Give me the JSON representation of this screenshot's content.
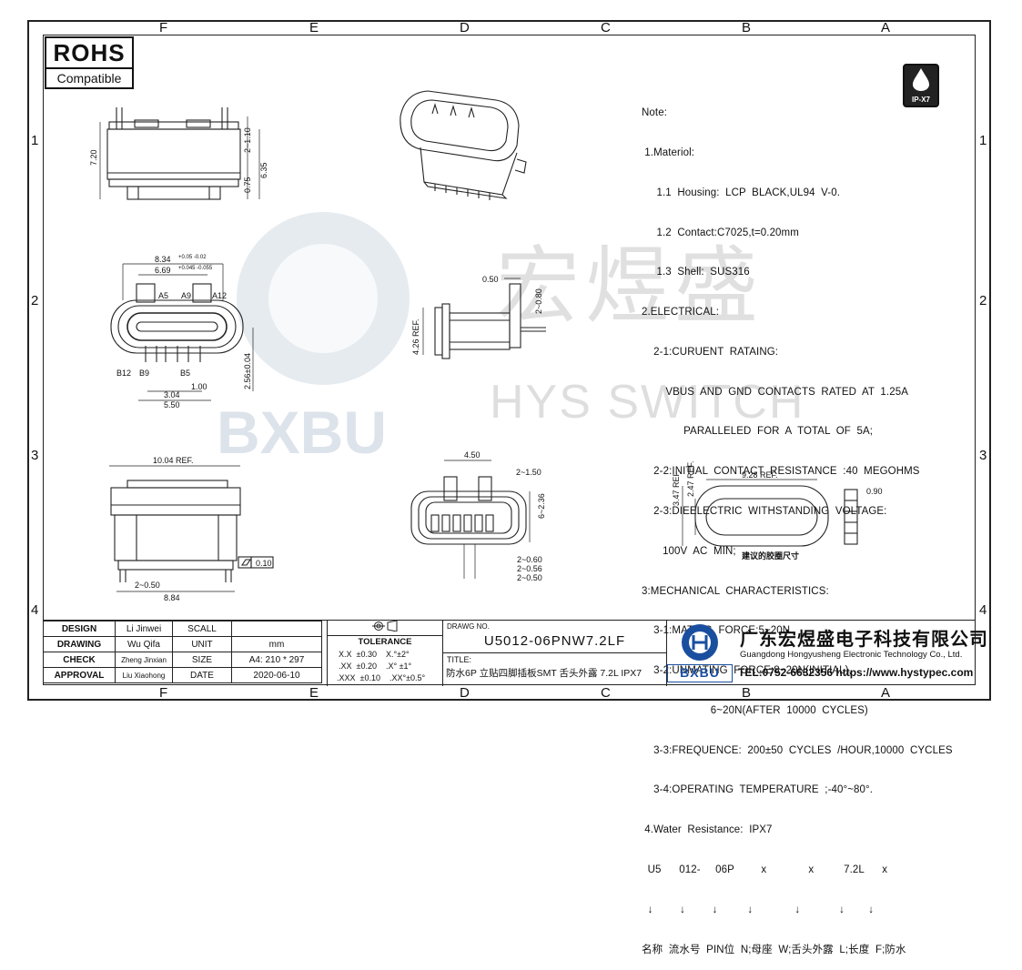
{
  "zones": {
    "columns": [
      "F",
      "E",
      "D",
      "C",
      "B",
      "A"
    ],
    "rows": [
      "1",
      "2",
      "3",
      "4"
    ]
  },
  "rohs": {
    "title": "ROHS",
    "subtitle": "Compatible"
  },
  "ip_badge": {
    "label": "IP-X7"
  },
  "watermark": {
    "chinese": "宏煜盛",
    "english": "HYS SWITCH",
    "logo_text": "BXBU"
  },
  "notes": {
    "heading": "Note:",
    "lines": [
      " 1.Materiol:",
      "     1.1  Housing:  LCP  BLACK,UL94  V-0.",
      "     1.2  Contact:C7025,t=0.20mm",
      "     1.3  Shell:  SUS316",
      "2.ELECTRICAL:",
      "    2-1:CURUENT  RATAING:",
      "        VBUS  AND  GND  CONTACTS  RATED  AT  1.25A",
      "              PARALLELED  FOR  A  TOTAL  OF  5A;",
      "    2-2:INITIAL  CONTACT  RESISTANCE  :40  MEGOHMS",
      "    2-3:DIEELECTRIC  WITHSTANDING  VOLTAGE:",
      "       100V  AC  MIN;",
      "3:MECHANICAL  CHARACTERISTICS:",
      "    3-1:MATING  FORCE:5~20N",
      "    3-2:UNMATING  FORCE:8~20N(INITIAL),",
      "                       6~20N(AFTER  10000  CYCLES)",
      "    3-3:FREQUENCE:  200±50  CYCLES  /HOUR,10000  CYCLES",
      "    3-4:OPERATING  TEMPERATURE  ;-40°~80°.",
      " 4.Water  Resistance:  IPX7"
    ],
    "code_row": "  U5      012-     06P         x              x          7.2L      x",
    "arrow_row": "  ↓         ↓         ↓          ↓              ↓             ↓        ↓",
    "legend_row": "名称  流水号  PIN位  N;母座  W;舌头外露  L;长度  F;防水"
  },
  "dimensions": {
    "top_view": [
      "7.20",
      "2~1.10",
      "6.35",
      "0.75"
    ],
    "front_view": [
      "8.34",
      "+0.05 -0.02",
      "6.69",
      "+0.045 -0.055",
      "A5",
      "A9",
      "A12",
      "B12",
      "B9",
      "B5",
      "1.00",
      "3.04",
      "5.50",
      "2.56±0.04"
    ],
    "side_view": [
      "0.50",
      "2~0.80",
      "4.26  REF."
    ],
    "bottom_left": [
      "10.04  REF.",
      "2~0.50",
      "8.84",
      "0.10"
    ],
    "bottom_center": [
      "4.50",
      "2~1.50",
      "6~2.36",
      "2~0.60",
      "2~0.56",
      "2~0.50"
    ],
    "gasket": [
      "3.47  REF.",
      "2.47  REF.",
      "9.28  REF.",
      "0.90",
      "建议的胶圈尺寸"
    ]
  },
  "title_block": {
    "rows": [
      {
        "label": "DESIGN",
        "name": "Li Jinwei",
        "field": "SCALL",
        "value": ""
      },
      {
        "label": "DRAWING",
        "name": "Wu Qifa",
        "field": "UNIT",
        "value": "mm"
      },
      {
        "label": "CHECK",
        "name": "Zheng Jinxian",
        "field": "SIZE",
        "value": "A4: 210 * 297"
      },
      {
        "label": "APPROVAL",
        "name": "Liu Xiaohong",
        "field": "DATE",
        "value": "2020-06-10"
      }
    ],
    "tolerance": {
      "title": "TOLERANCE",
      "lines": [
        "X.X  ±0.30    X.°±2°",
        ".XX  ±0.20    .X° ±1°",
        ".XXX  ±0.10    .XX°±0.5°"
      ]
    },
    "drawing_no_label": "DRAWG NO.",
    "drawing_no": "U5012-06PNW7.2LF",
    "title_label": "TITLE:",
    "title": "防水6P 立贴四脚插板SMT 舌头外露 7.2L IPX7",
    "company_cn": "广东宏煜盛电子科技有限公司",
    "company_en": "Guangdong Hongyusheng Electronic Technology Co., Ltd.",
    "logo_text": "BXBU",
    "contact": "TEL:0752-6632356  https://www.hystypec.com"
  },
  "colors": {
    "line": "#222222",
    "logo_blue": "#1a4fa0",
    "watermark": "#9aa8b8"
  }
}
